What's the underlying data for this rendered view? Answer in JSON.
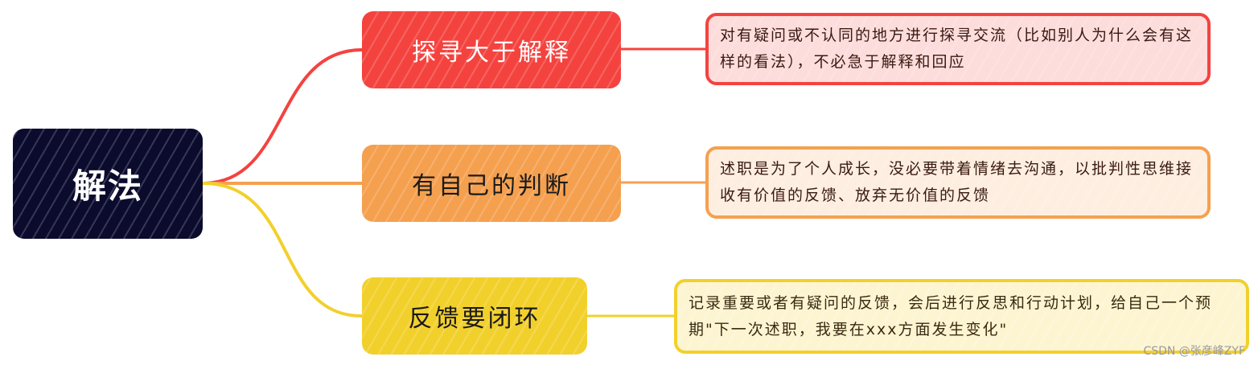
{
  "root": {
    "label": "解法"
  },
  "branches": [
    {
      "label": "探寻大于解释",
      "detail": "对有疑问或不认同的地方进行探寻交流（比如别人为什么会有这样的看法），不必急于解释和回应",
      "color": "#f4433f"
    },
    {
      "label": "有自己的判断",
      "detail": "述职是为了个人成长，没必要带着情绪去沟通，以批判性思维接收有价值的反馈、放弃无价值的反馈",
      "color": "#f5a04f"
    },
    {
      "label": "反馈要闭环",
      "detail": "记录重要或者有疑问的反馈，会后进行反思和行动计划，给自己一个预期\"下一次述职，我要在xxx方面发生变化\"",
      "color": "#f2d02c"
    }
  ],
  "watermark": "CSDN @张彦峰ZYF"
}
